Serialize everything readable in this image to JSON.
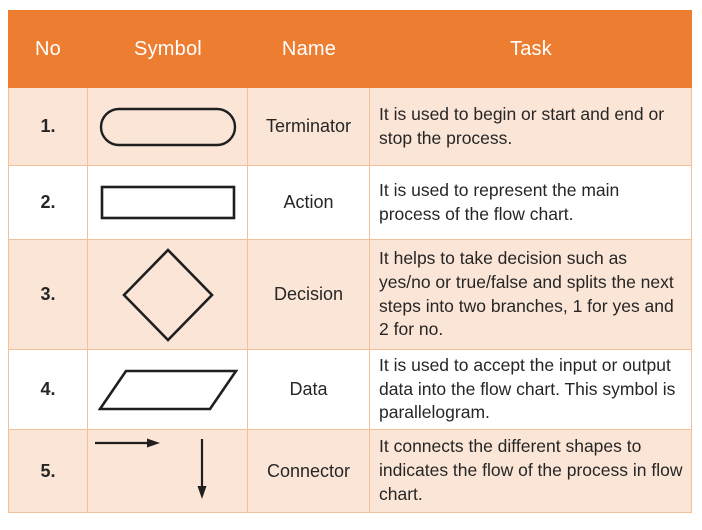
{
  "colors": {
    "header_bg": "#ED7D31",
    "header_text": "#FFFFFF",
    "banded_row_bg": "#FBE5D6",
    "plain_row_bg": "#FFFFFF",
    "grid_border": "#F4C09A",
    "shape_stroke": "#1F1F1F",
    "body_text": "#262626"
  },
  "table": {
    "headers": [
      "No",
      "Symbol",
      "Name",
      "Task"
    ],
    "rows": [
      {
        "no": "1.",
        "symbol": "terminator-stadium-shape",
        "name": "Terminator",
        "task": "It is used to begin or start and end or stop the process."
      },
      {
        "no": "2.",
        "symbol": "action-rectangle-shape",
        "name": "Action",
        "task": "It is used to represent the main process of the flow chart."
      },
      {
        "no": "3.",
        "symbol": "decision-diamond-shape",
        "name": "Decision",
        "task": "It helps to take decision such as yes/no or true/false and splits the next steps into two branches, 1 for yes and 2 for no."
      },
      {
        "no": "4.",
        "symbol": "data-parallelogram-shape",
        "name": "Data",
        "task": "It is used to accept the input or output data into the flow chart. This symbol is parallelogram."
      },
      {
        "no": "5.",
        "symbol": "connector-arrows",
        "name": "Connector",
        "task": "It connects the different shapes to indicates the flow of the process in flow chart."
      }
    ]
  }
}
